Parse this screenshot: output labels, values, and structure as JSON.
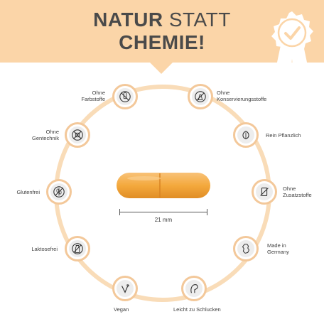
{
  "header": {
    "line1_bold": "NATUR",
    "line1_thin": " STATT",
    "line2": "CHEMIE!"
  },
  "colors": {
    "banner": "#fbd5a8",
    "ring": "#f3c89a",
    "capsule": "#f4a93d",
    "text": "#4a4a4a"
  },
  "badge": {
    "icon": "check-seal-icon"
  },
  "features": [
    {
      "label": "Ohne\nFarbstoffe",
      "icon": "no-color-icon"
    },
    {
      "label": "Ohne\nKonservierungsstoffe",
      "icon": "no-preservatives-icon"
    },
    {
      "label": "Ohne\nGentechnik",
      "icon": "no-gmo-icon"
    },
    {
      "label": "Rein Pflanzlich",
      "icon": "plant-leaf-icon"
    },
    {
      "label": "Glutenfrei",
      "icon": "gluten-free-icon"
    },
    {
      "label": "Ohne\nZusatzstoffe",
      "icon": "no-additives-icon"
    },
    {
      "label": "Laktosefrei",
      "icon": "lactose-free-icon"
    },
    {
      "label": "Made in\nGermany",
      "icon": "germany-map-icon"
    },
    {
      "label": "Vegan",
      "icon": "vegan-icon"
    },
    {
      "label": "Leicht zu Schlucken",
      "icon": "easy-swallow-icon"
    }
  ],
  "capsule": {
    "size_label": "21 mm"
  }
}
